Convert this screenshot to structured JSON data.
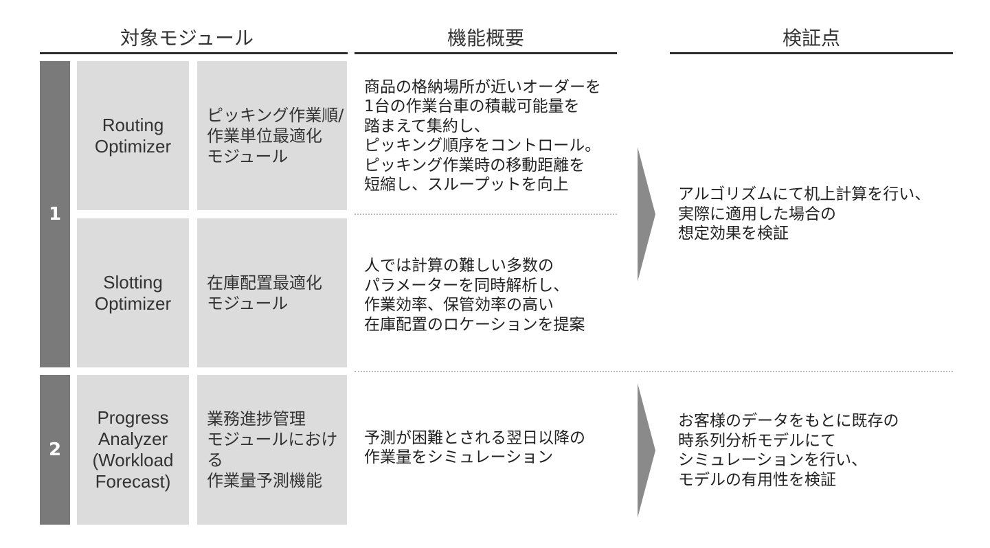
{
  "headers": {
    "module": "対象モジュール",
    "function": "機能概要",
    "verification": "検証点"
  },
  "groups": [
    {
      "number": "1",
      "modules": [
        {
          "name_en": "Routing\nOptimizer",
          "name_jp": "ピッキング作業順/\n作業単位最適化\nモジュール",
          "description": "商品の格納場所が近いオーダーを\n1台の作業台車の積載可能量を\n踏まえて集約し、\nピッキング順序をコントロール。\nピッキング作業時の移動距離を\n短縮し、スループットを向上"
        },
        {
          "name_en": "Slotting\nOptimizer",
          "name_jp": "在庫配置最適化\nモジュール",
          "description": "人では計算の難しい多数の\nパラメーターを同時解析し、\n作業効率、保管効率の高い\n在庫配置のロケーションを提案"
        }
      ],
      "verification": "アルゴリズムにて机上計算を行い、\n実際に適用した場合の\n想定効果を検証"
    },
    {
      "number": "2",
      "modules": [
        {
          "name_en": "Progress\nAnalyzer\n(Workload\nForecast)",
          "name_jp": "業務進捗管理\nモジュールにおける\n作業量予測機能",
          "description": "予測が困難とされる翌日以降の\n作業量をシミュレーション"
        }
      ],
      "verification": "お客様のデータをもとに既存の\n時系列分析モデルにて\nシミュレーションを行い、\nモデルの有用性を検証"
    }
  ],
  "colors": {
    "number_block": "#7a7a7a",
    "module_cell": "#dcdcdc",
    "arrow": "#8a8a8a",
    "header_line": "#2b2b2b"
  }
}
